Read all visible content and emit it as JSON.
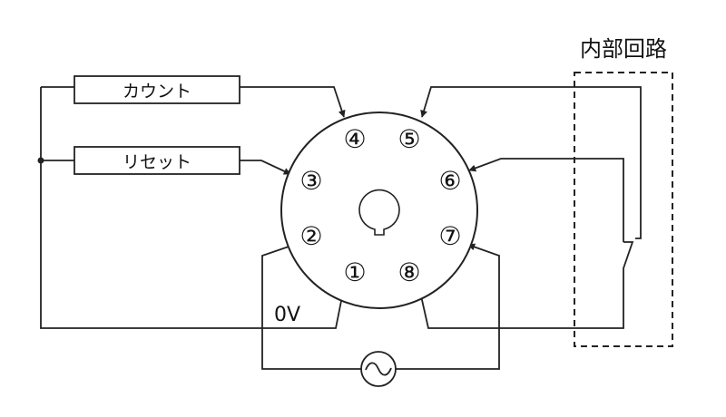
{
  "labels": {
    "internal_circuit": "内部回路",
    "count": "カウント",
    "reset": "リセット",
    "zero_volt": "0V",
    "ac_source_symbol": "~"
  },
  "pins": [
    "①",
    "②",
    "③",
    "④",
    "⑤",
    "⑥",
    "⑦",
    "⑧"
  ],
  "colors": {
    "line": "#222222",
    "background": "#ffffff"
  }
}
